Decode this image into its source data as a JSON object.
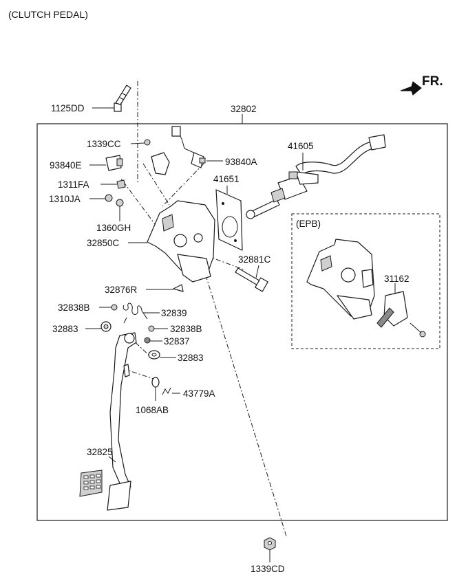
{
  "title": "(CLUTCH PEDAL)",
  "direction_label": "FR.",
  "epb_label": "(EPB)",
  "assembly_part": "32802",
  "parts": {
    "p1125DD": "1125DD",
    "p1339CC": "1339CC",
    "p93840E": "93840E",
    "p93840A": "93840A",
    "p41605": "41605",
    "p41651": "41651",
    "p1311FA": "1311FA",
    "p1310JA": "1310JA",
    "p1360GH": "1360GH",
    "p32850C": "32850C",
    "p32881C": "32881C",
    "p32876R": "32876R",
    "p32838B_1": "32838B",
    "p32839": "32839",
    "p32838B_2": "32838B",
    "p32883_1": "32883",
    "p32837": "32837",
    "p32883_2": "32883",
    "p43779A": "43779A",
    "p1068AB": "1068AB",
    "p32825": "32825",
    "p31162": "31162",
    "p1339CD": "1339CD"
  },
  "colors": {
    "line": "#1a1a1a",
    "shade": "#cfcfcf",
    "dark": "#8a8a8a"
  }
}
